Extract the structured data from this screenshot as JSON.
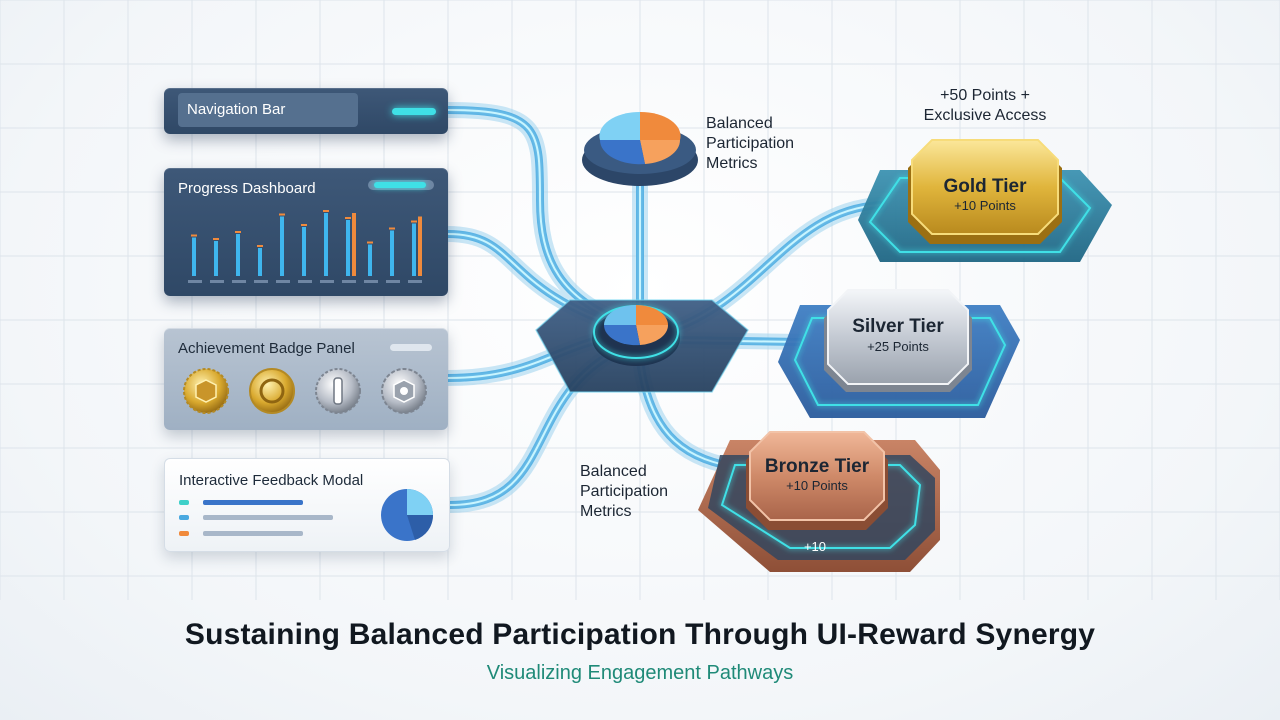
{
  "panels": {
    "navigation_bar": "Navigation Bar",
    "progress_dashboard": "Progress Dashboard",
    "achievement_badge_panel": "Achievement Badge Panel",
    "interactive_feedback_modal": "Interactive Feedback Modal"
  },
  "notes": {
    "metrics_top": "Balanced\nParticipation\nMetrics",
    "metrics_bottom": "Balanced\nParticipation\nMetrics",
    "gold_bonus": "+50 Points +\nExclusive Access"
  },
  "tiers": {
    "gold": {
      "name": "Gold Tier",
      "points": "+10 Points"
    },
    "silver": {
      "name": "Silver Tier",
      "points": "+25 Points"
    },
    "bronze": {
      "name": "Bronze Tier",
      "points": "+10 Points",
      "base_label": "+10"
    }
  },
  "badges": [
    "gold-hex-icon",
    "gold-ring-icon",
    "silver-bar-icon",
    "silver-gear-icon"
  ],
  "dashboard_bars": [
    {
      "blue": 0.55,
      "orange": 0.0
    },
    {
      "blue": 0.5,
      "orange": 0.0
    },
    {
      "blue": 0.6,
      "orange": 0.0
    },
    {
      "blue": 0.4,
      "orange": 0.0
    },
    {
      "blue": 0.85,
      "orange": 0.0
    },
    {
      "blue": 0.7,
      "orange": 0.0
    },
    {
      "blue": 0.9,
      "orange": 0.0
    },
    {
      "blue": 0.8,
      "orange": 0.9
    },
    {
      "blue": 0.45,
      "orange": 0.0
    },
    {
      "blue": 0.65,
      "orange": 0.0
    },
    {
      "blue": 0.75,
      "orange": 0.85
    }
  ],
  "colors": {
    "line_glow": "#3fe0e6",
    "pipe": "#58b6e6",
    "gold": "#e5c04f",
    "silver": "#c9ced6",
    "bronze": "#c98466",
    "accent_teal": "#1f8a78"
  },
  "title": "Sustaining Balanced Participation Through UI-Reward Synergy",
  "subtitle": "Visualizing Engagement Pathways"
}
